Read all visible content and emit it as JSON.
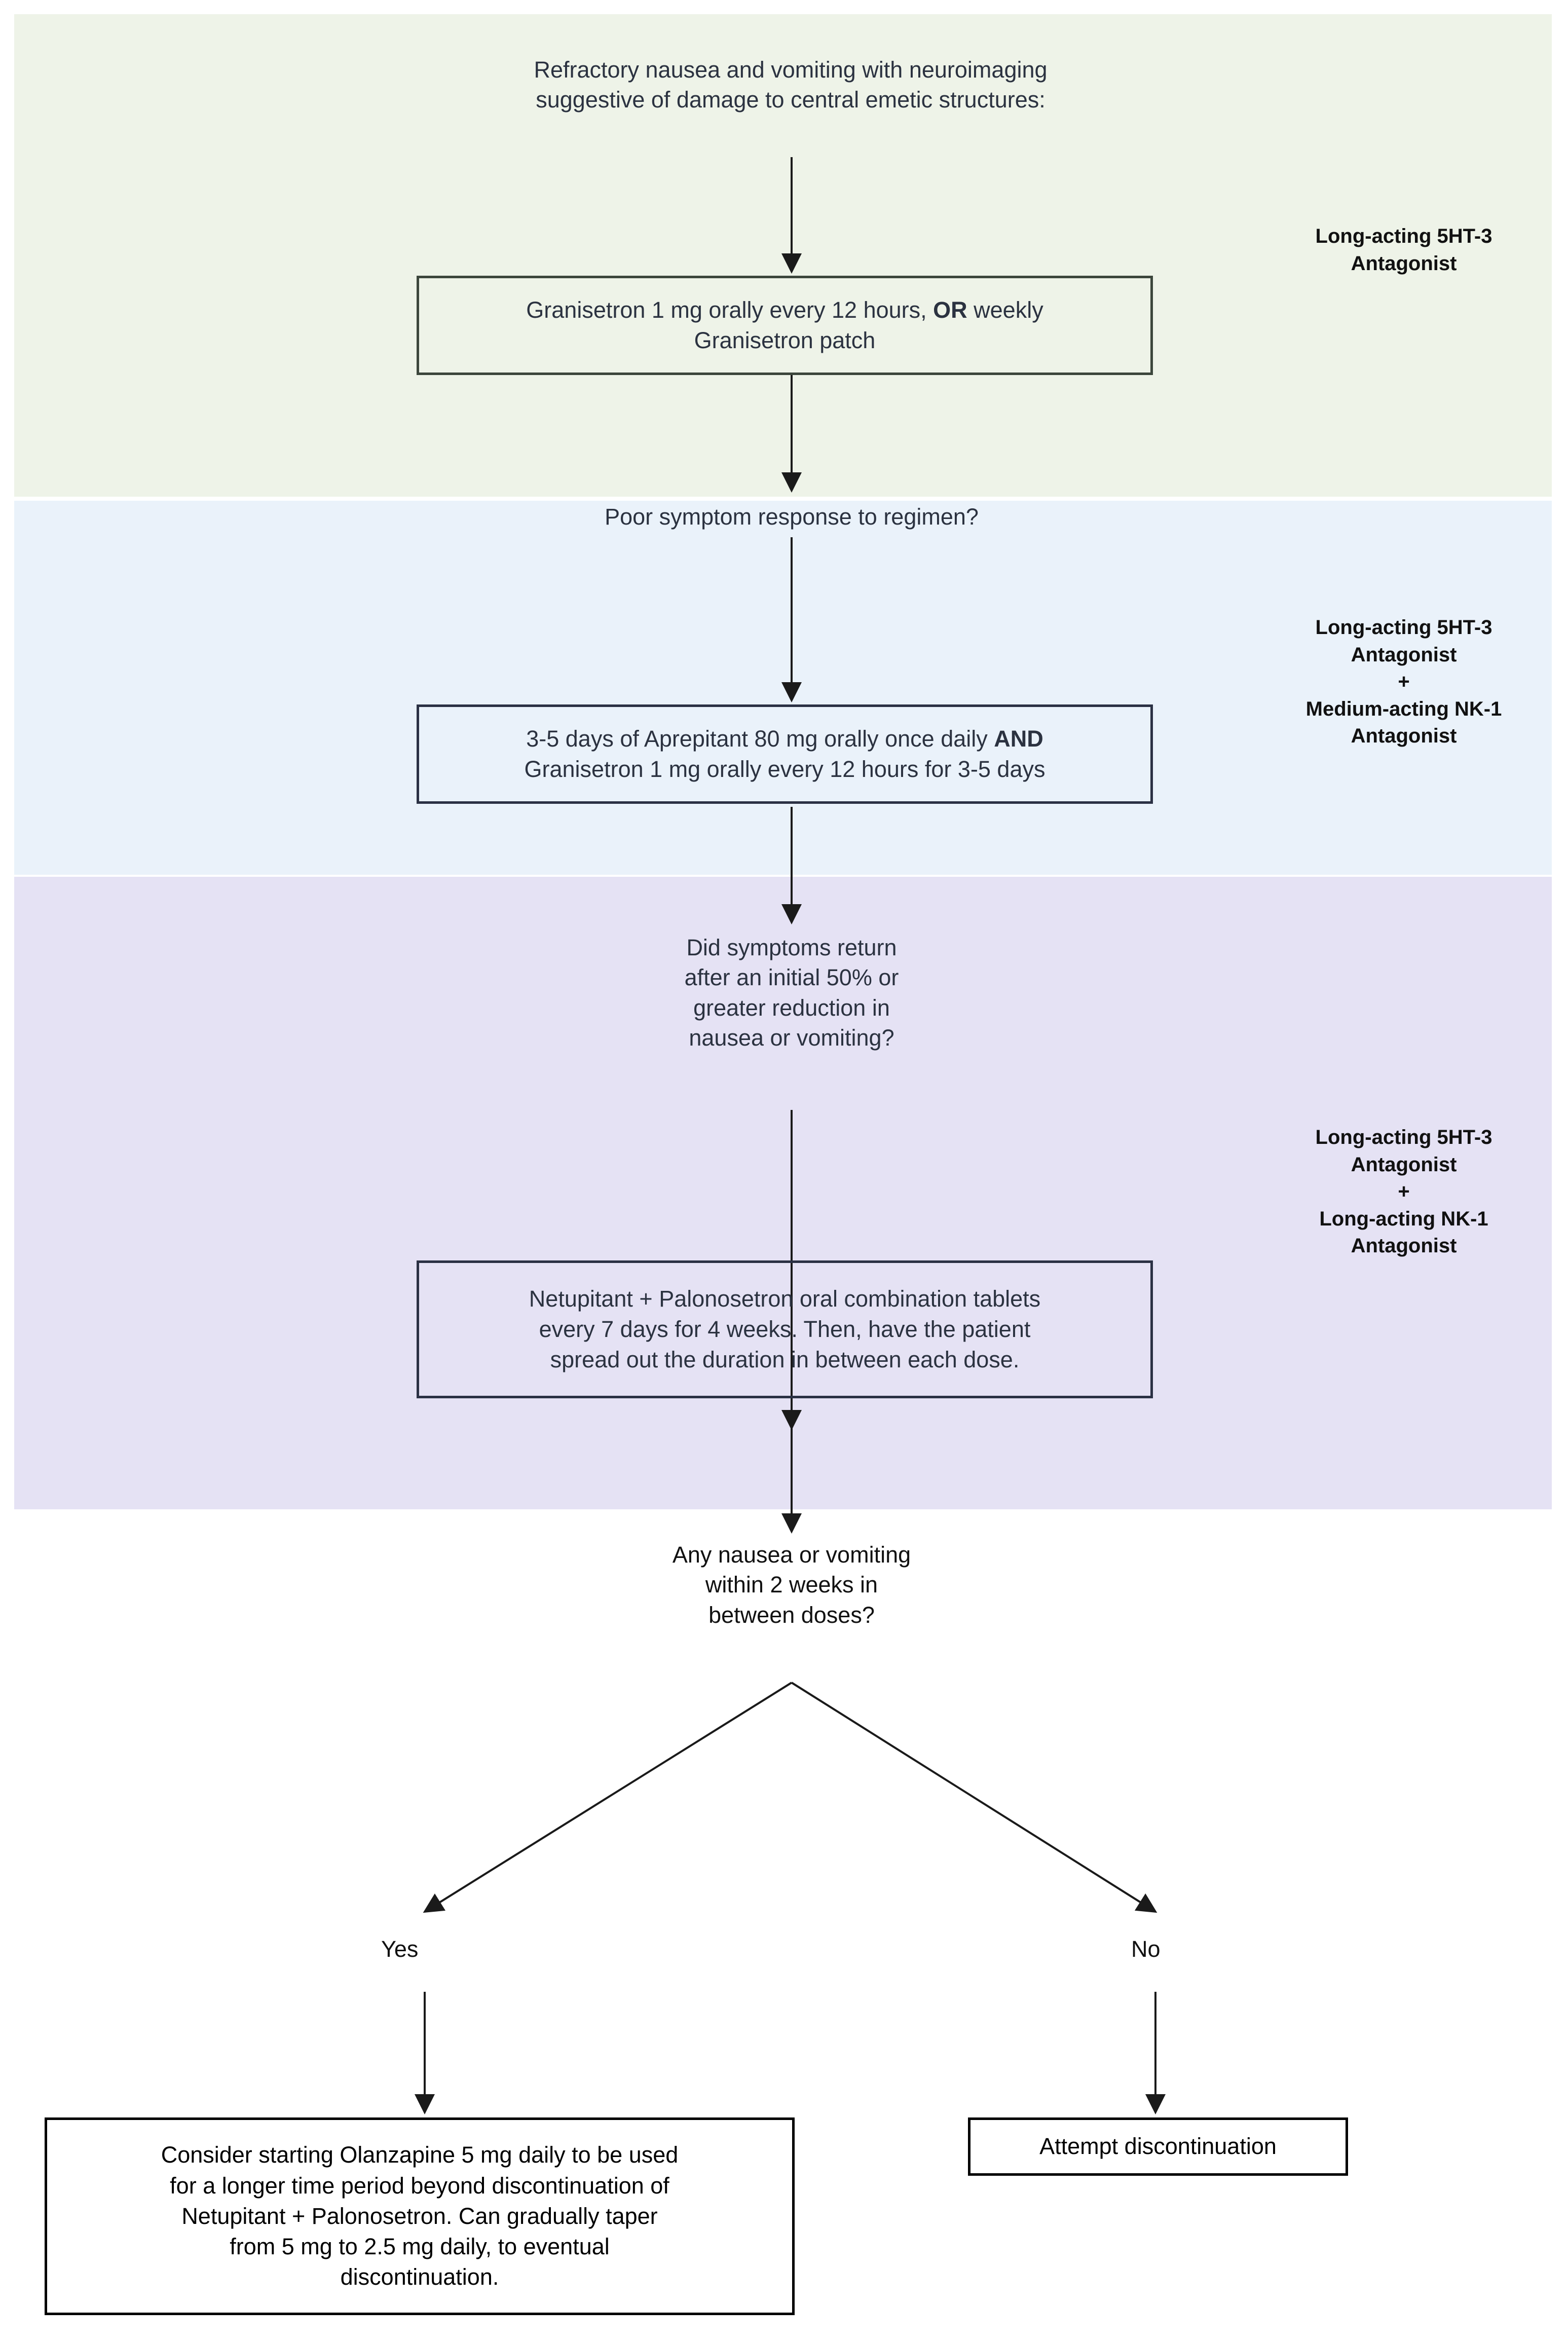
{
  "diagram": {
    "title": "Refractory nausea and vomiting management algorithm",
    "type": "flowchart",
    "colors": {
      "band_green": "#eef3e8",
      "band_blue": "#eaf2fa",
      "band_purple": "#e5e2f4",
      "box_stroke_green": "#3c463c",
      "box_stroke_navy": "#2b3144",
      "box_stroke_black": "#000000",
      "text": "#2b3240",
      "connector": "#1a1a1a"
    }
  },
  "nodes": {
    "start_prompt": {
      "line1": "Refractory nausea and vomiting with neuroimaging",
      "line2": "suggestive of damage to central emetic structures:"
    },
    "step1": {
      "line1_a": "Granisetron 1 mg orally every 12 hours, ",
      "line1_bold": "OR",
      "line1_b": " weekly",
      "line2": "Granisetron patch"
    },
    "decision1": {
      "line1": "Poor symptom response to regimen?"
    },
    "step2": {
      "line1_a": "3-5 days of Aprepitant 80 mg orally once daily ",
      "line1_bold": "AND",
      "line2": "Granisetron 1 mg orally every 12 hours for 3-5 days"
    },
    "decision2": {
      "line1": "Did symptoms return",
      "line2": "after an initial 50% or",
      "line3": "greater reduction in",
      "line4": "nausea or vomiting?"
    },
    "step3": {
      "line1": "Netupitant + Palonosetron oral combination tablets",
      "line2": "every 7 days for 4 weeks. Then, have the patient",
      "line3": "spread out the duration in between each dose."
    },
    "decision3": {
      "line1": "Any nausea or vomiting",
      "line2": "within 2 weeks in",
      "line3": "between doses?"
    },
    "branch_yes_label": "Yes",
    "branch_no_label": "No",
    "outcome_yes": {
      "line1": "Consider starting Olanzapine 5 mg daily to be used",
      "line2": "for a longer time period beyond discontinuation of",
      "line3": "Netupitant + Palonosetron. Can gradually taper",
      "line4": "from 5 mg to 2.5 mg daily, to eventual",
      "line5": "discontinuation."
    },
    "outcome_no": {
      "line1": "Attempt discontinuation"
    }
  },
  "class_labels": {
    "tier1": {
      "line1": "Long-acting 5HT-3",
      "line2": "Antagonist"
    },
    "tier2": {
      "line1": "Long-acting 5HT-3",
      "line2": "Antagonist",
      "line3": "+",
      "line4": "Medium-acting NK-1",
      "line5": "Antagonist"
    },
    "tier3": {
      "line1": "Long-acting 5HT-3",
      "line2": "Antagonist",
      "line3": "+",
      "line4": "Long-acting NK-1",
      "line5": "Antagonist"
    }
  }
}
